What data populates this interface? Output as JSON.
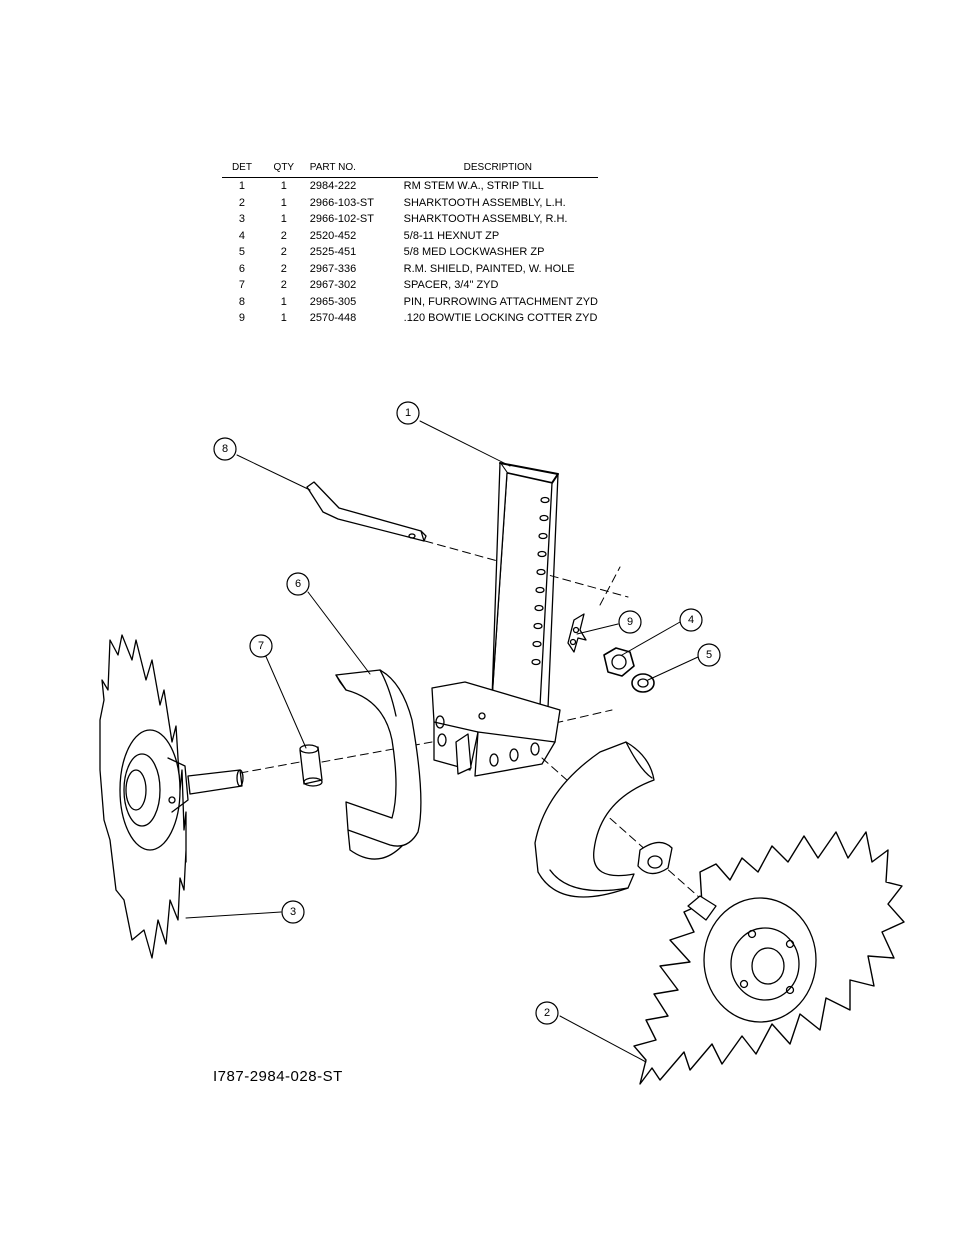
{
  "table": {
    "headers": {
      "det": "DET",
      "qty": "QTY",
      "part_no": "PART NO.",
      "description": "DESCRIPTION"
    },
    "rows": [
      {
        "det": "1",
        "qty": "1",
        "part_no": "2984-222",
        "description": "RM STEM  W.A., STRIP TILL"
      },
      {
        "det": "2",
        "qty": "1",
        "part_no": "2966-103-ST",
        "description": "SHARKTOOTH ASSEMBLY, L.H."
      },
      {
        "det": "3",
        "qty": "1",
        "part_no": "2966-102-ST",
        "description": "SHARKTOOTH ASSEMBLY, R.H."
      },
      {
        "det": "4",
        "qty": "2",
        "part_no": "2520-452",
        "description": "5/8-11 HEXNUT ZP"
      },
      {
        "det": "5",
        "qty": "2",
        "part_no": "2525-451",
        "description": "5/8 MED LOCKWASHER ZP"
      },
      {
        "det": "6",
        "qty": "2",
        "part_no": "2967-336",
        "description": "R.M. SHIELD, PAINTED, W. HOLE"
      },
      {
        "det": "7",
        "qty": "2",
        "part_no": "2967-302",
        "description": "SPACER, 3/4\" ZYD"
      },
      {
        "det": "8",
        "qty": "1",
        "part_no": "2965-305",
        "description": "PIN, FURROWING ATTACHMENT ZYD"
      },
      {
        "det": "9",
        "qty": "1",
        "part_no": "2570-448",
        "description": ".120 BOWTIE LOCKING COTTER ZYD"
      }
    ]
  },
  "callouts": {
    "c1": "1",
    "c2": "2",
    "c3": "3",
    "c4": "4",
    "c5": "5",
    "c6": "6",
    "c7": "7",
    "c8": "8",
    "c9": "9"
  },
  "drawing_number": "I787-2984-028-ST"
}
